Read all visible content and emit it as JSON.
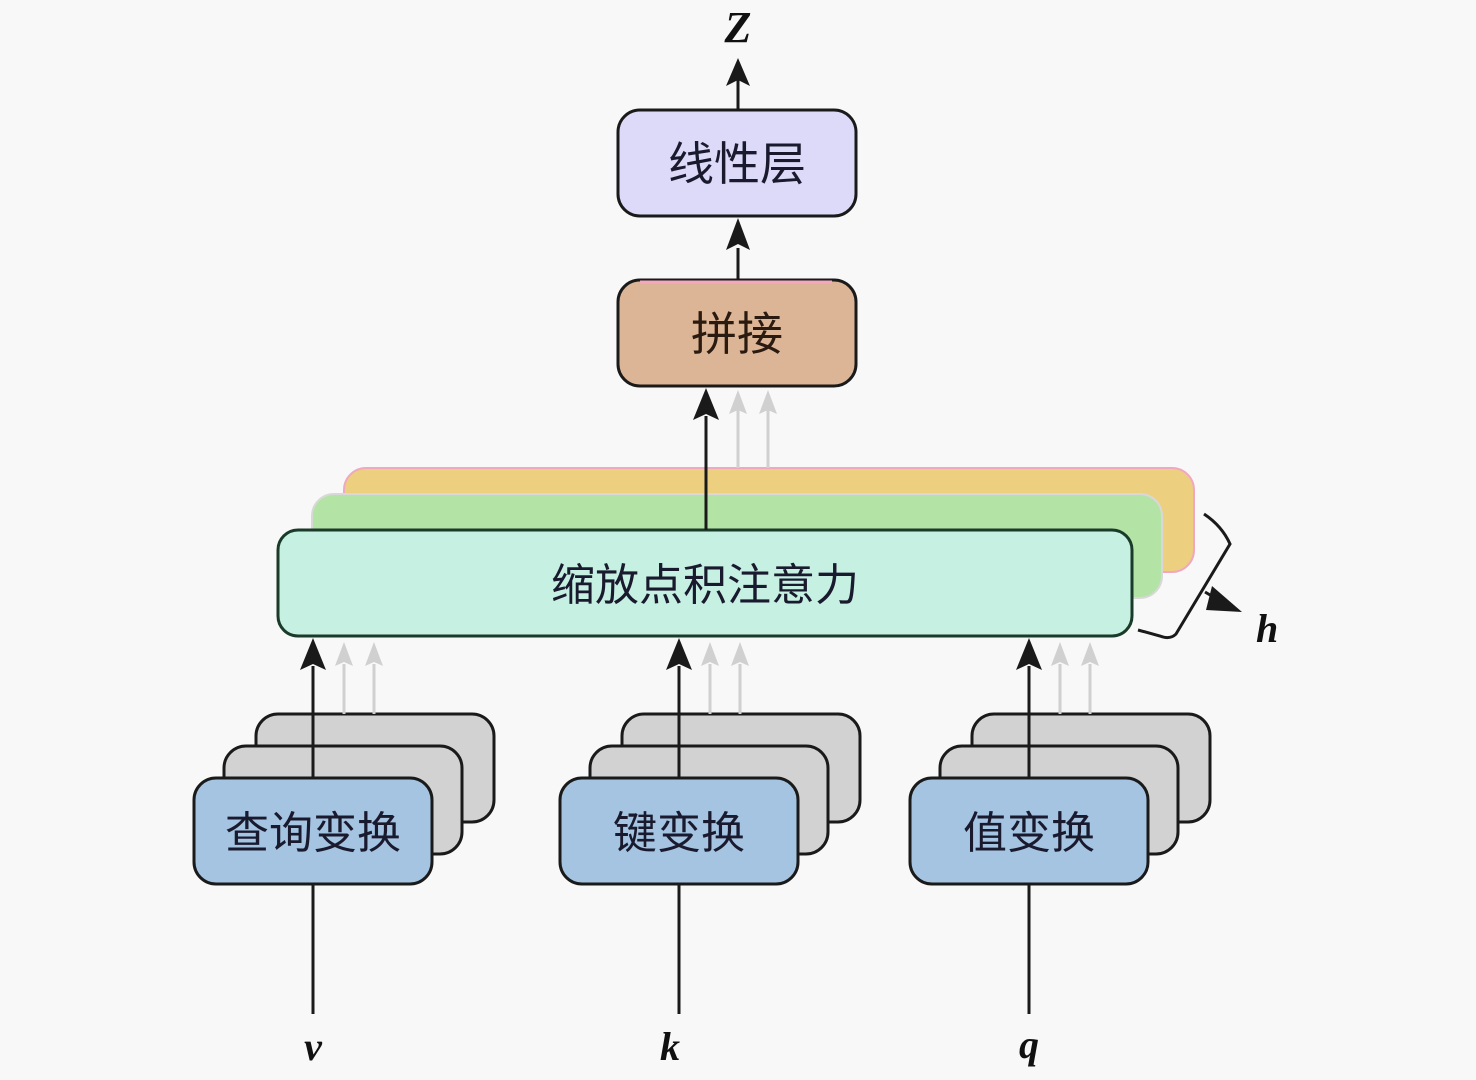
{
  "title": "Multi-head attention diagram",
  "nodes": {
    "output_label": "Z",
    "linear_layer": "线性层",
    "concat": "拼接",
    "attention": "缩放点积注意力",
    "heads_label": "h",
    "transforms": [
      {
        "label": "查询变换",
        "input": "v"
      },
      {
        "label": "键变换",
        "input": "k"
      },
      {
        "label": "值变换",
        "input": "q"
      }
    ]
  },
  "colors": {
    "linear_fill": "#dcdaf8",
    "concat_fill": "#dcb596",
    "attention_fill": "#c6f0e2",
    "head2_fill": "#b4e3a6",
    "head3_fill": "#ecd080",
    "transform_fill": "#a4c4e2",
    "stack_fill": "#d2d2d2",
    "ghost_arrow": "#d0d0d0",
    "stroke": "#1a1a1a"
  }
}
